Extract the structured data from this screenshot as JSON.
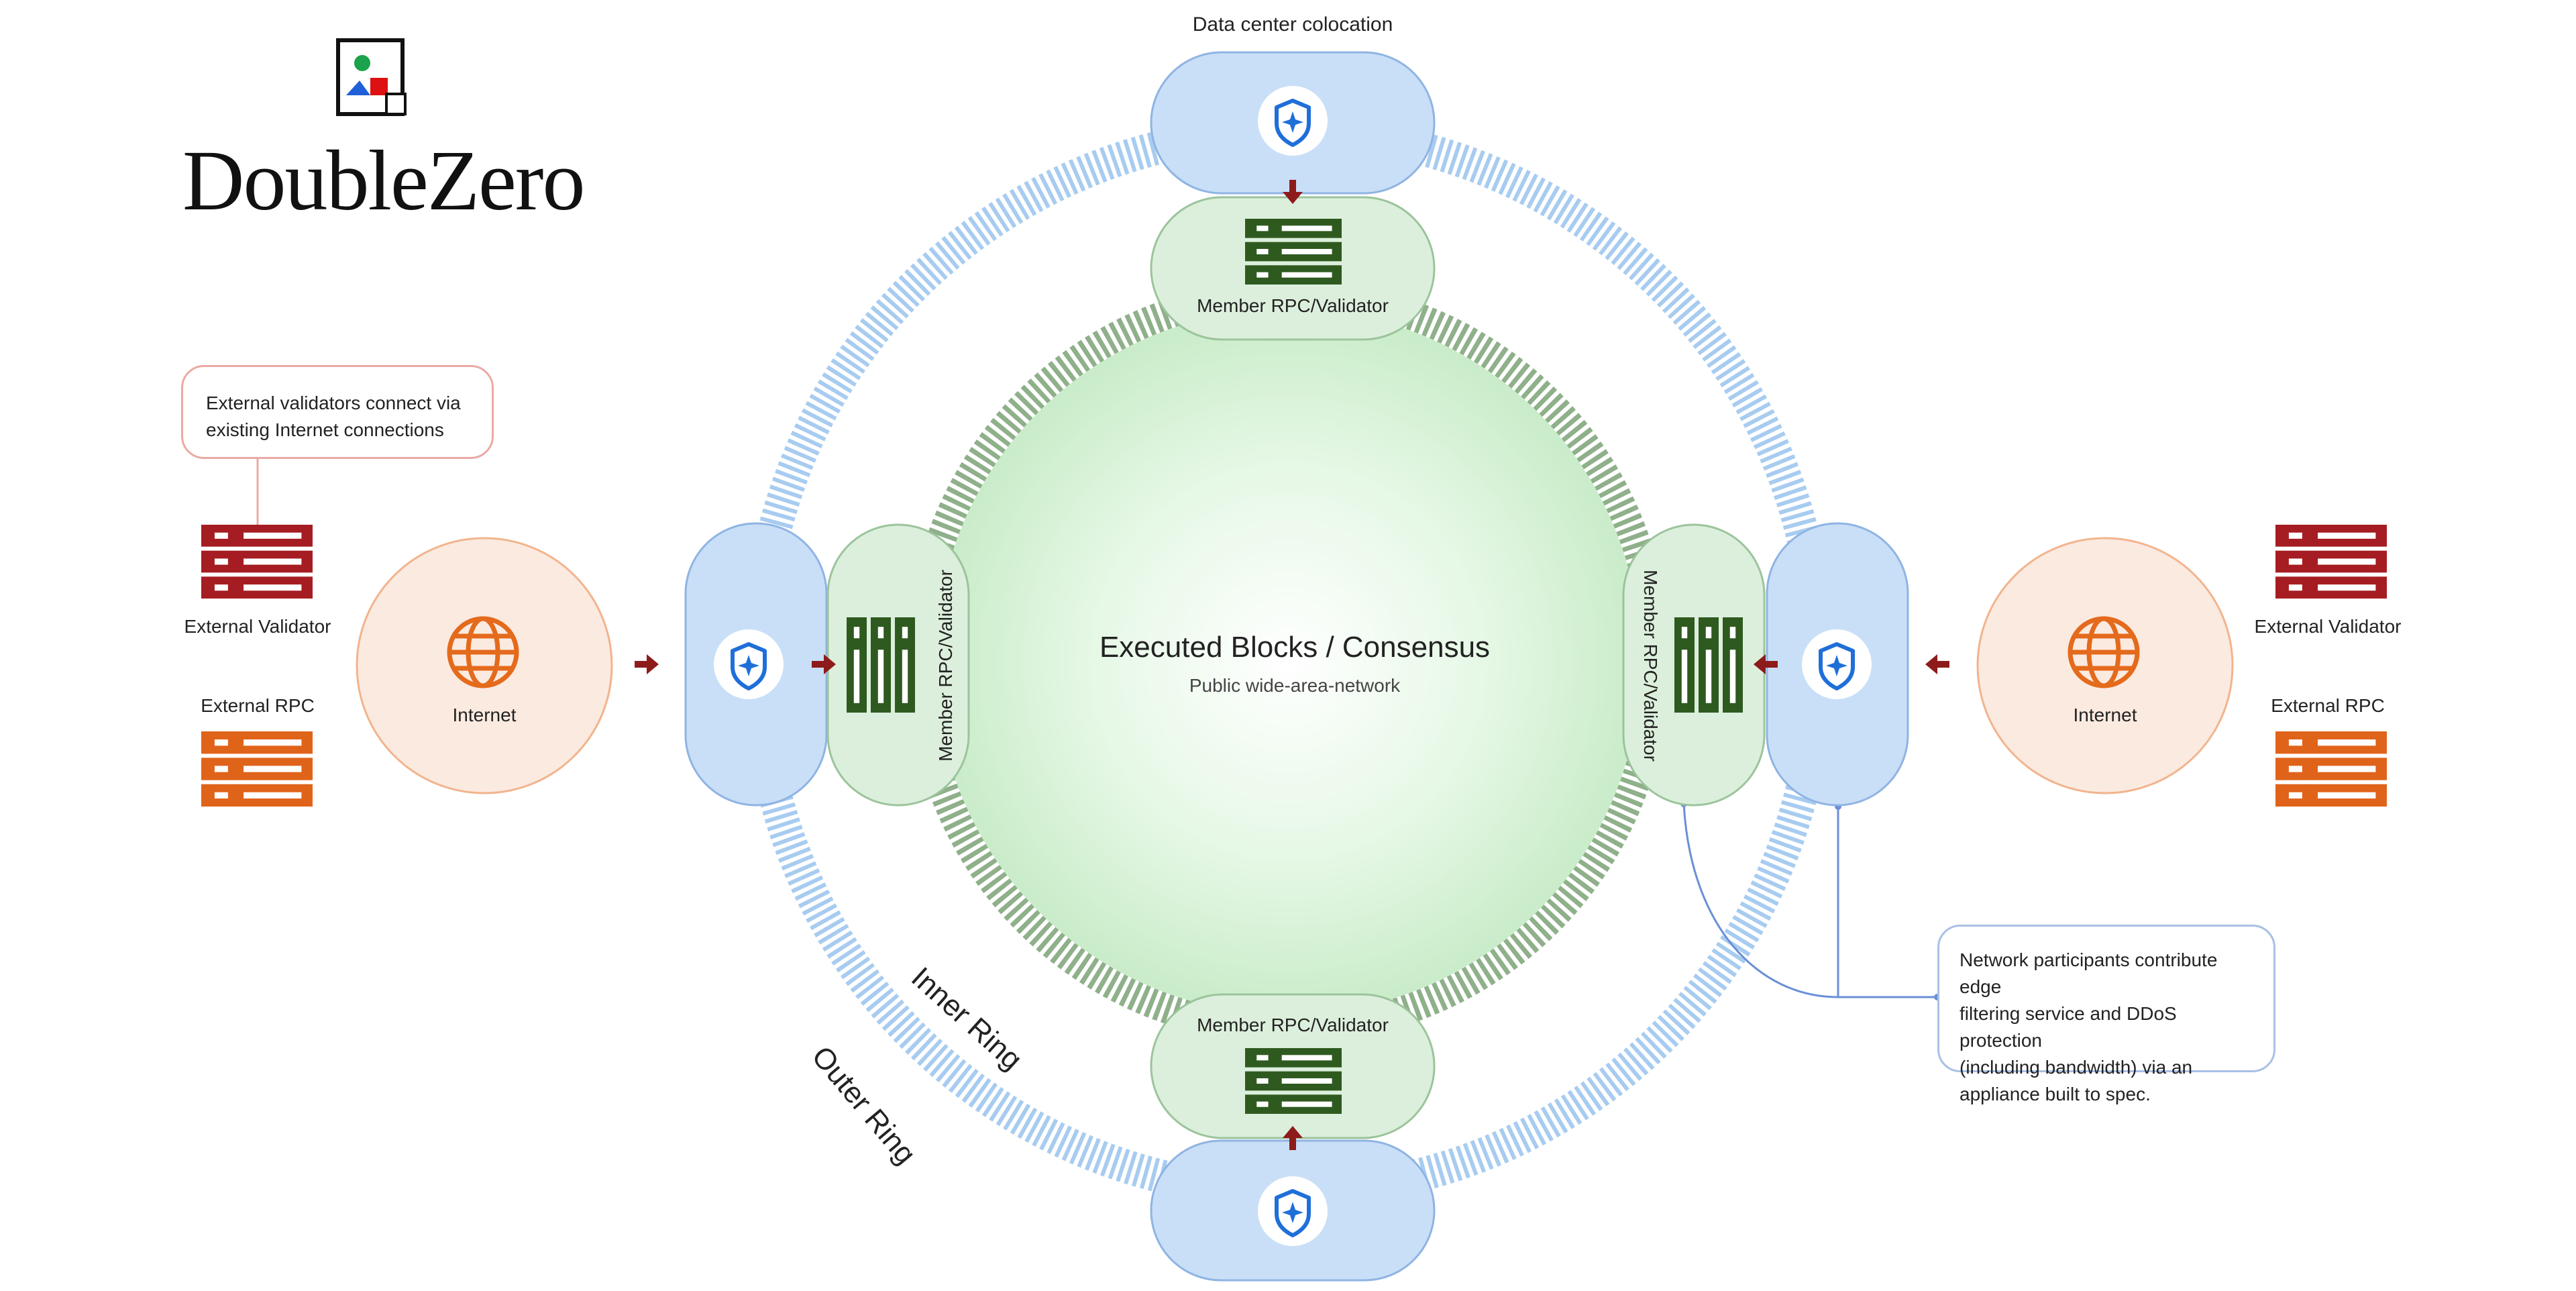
{
  "logo": {
    "name": "DoubleZero",
    "icon": "broken-image-icon"
  },
  "labels": {
    "data_center": "Data center colocation",
    "member_top": "Member RPC/Validator",
    "member_bottom": "Member RPC/Validator",
    "member_left": "Member RPC/Validator",
    "member_right": "Member RPC/Validator",
    "center_title": "Executed Blocks / Consensus",
    "center_subtitle": "Public wide-area-network",
    "internet_left": "Internet",
    "internet_right": "Internet",
    "ext_validator_left": "External Validator",
    "ext_rpc_left": "External RPC",
    "ext_validator_right": "External Validator",
    "ext_rpc_right": "External RPC",
    "inner_ring": "Inner Ring",
    "outer_ring": "Outer Ring"
  },
  "notes": {
    "external": [
      "External validators connect via",
      "existing Internet connections"
    ],
    "network": [
      "Network participants contribute edge",
      "filtering service and DDoS protection",
      "(including bandwidth) via an",
      "appliance built to spec."
    ]
  },
  "icons": [
    "shield-icon",
    "server-icon",
    "globe-icon",
    "arrow-icon"
  ],
  "colors": {
    "outer_ring": "#a8ccf0",
    "inner_ring": "#8fb08a",
    "node_blue_fill": "#c9dff7",
    "node_blue_stroke": "#8fb4e3",
    "node_green_fill": "#dcefdc",
    "node_green_stroke": "#9cc49c",
    "server_green": "#2f5a1f",
    "server_red": "#a51d22",
    "server_orange": "#e0631a",
    "globe_orange": "#e46a1c",
    "internet_fill": "#fbeae0",
    "internet_stroke": "#f2b48d",
    "arrow_red": "#8e1b1b",
    "shield_blue": "#1f6fd9",
    "note_pink_border": "#eaaaa4",
    "note_blue_border": "#a8c0e6",
    "connector_blue": "#6b8fd6"
  }
}
